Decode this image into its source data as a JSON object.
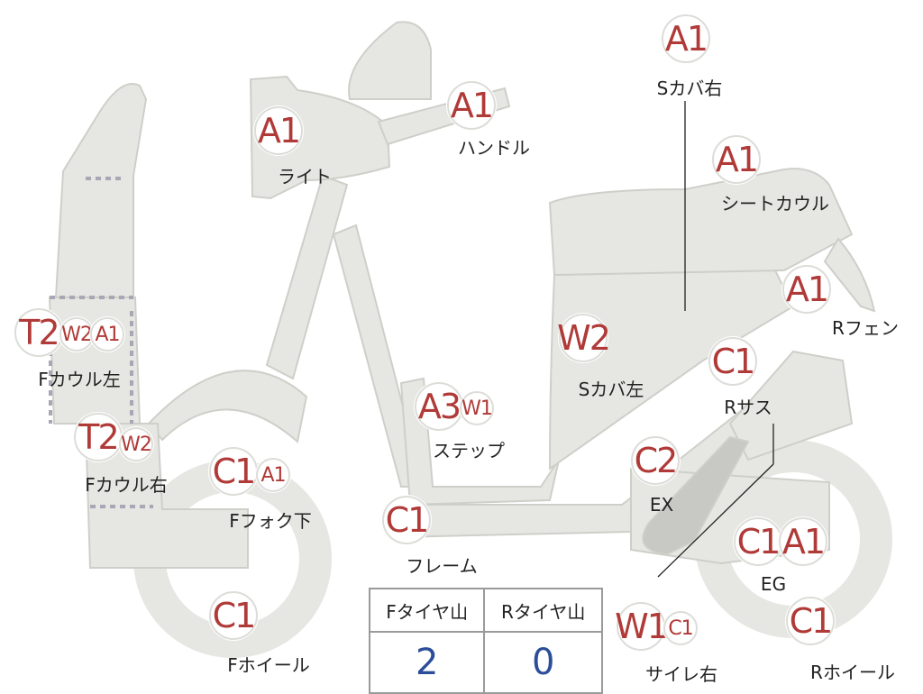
{
  "badges": {
    "s_cover_right": "A1",
    "handle": "A1",
    "light": "A1",
    "seat_cowl": "A1",
    "r_fender": "A1",
    "f_cowl_left": [
      "T2",
      "W2",
      "A1"
    ],
    "s_cover_left": "W2",
    "r_sus": "C1",
    "step": [
      "A3",
      "W1"
    ],
    "f_cowl_right": [
      "T2",
      "W2"
    ],
    "f_fork_lower": [
      "C1",
      "A1"
    ],
    "ex": "C2",
    "frame": "C1",
    "eg": [
      "C1",
      "A1"
    ],
    "f_wheel": "C1",
    "silencer_right": [
      "W1",
      "C1"
    ],
    "r_wheel": "C1"
  },
  "labels": {
    "s_cover_right": "Sカバ右",
    "handle": "ハンドル",
    "light": "ライト",
    "seat_cowl": "シートカウル",
    "r_fender": "Rフェン",
    "f_cowl_left": "Fカウル左",
    "s_cover_left": "Sカバ左",
    "r_sus": "Rサス",
    "step": "ステップ",
    "f_cowl_right": "Fカウル右",
    "f_fork_lower": "Fフォク下",
    "ex": "EX",
    "frame": "フレーム",
    "eg": "EG",
    "f_wheel": "Fホイール",
    "silencer_right": "サイレ右",
    "r_wheel": "Rホイール"
  },
  "tread_table": {
    "headers": [
      "Fタイヤ山",
      "Rタイヤ山"
    ],
    "values": [
      "2",
      "0"
    ]
  },
  "colors": {
    "part_fill": "#e6e6e2",
    "part_stroke": "#cfcfca",
    "grade_text": "#b03a37",
    "tread_value": "#2c4d9a"
  }
}
